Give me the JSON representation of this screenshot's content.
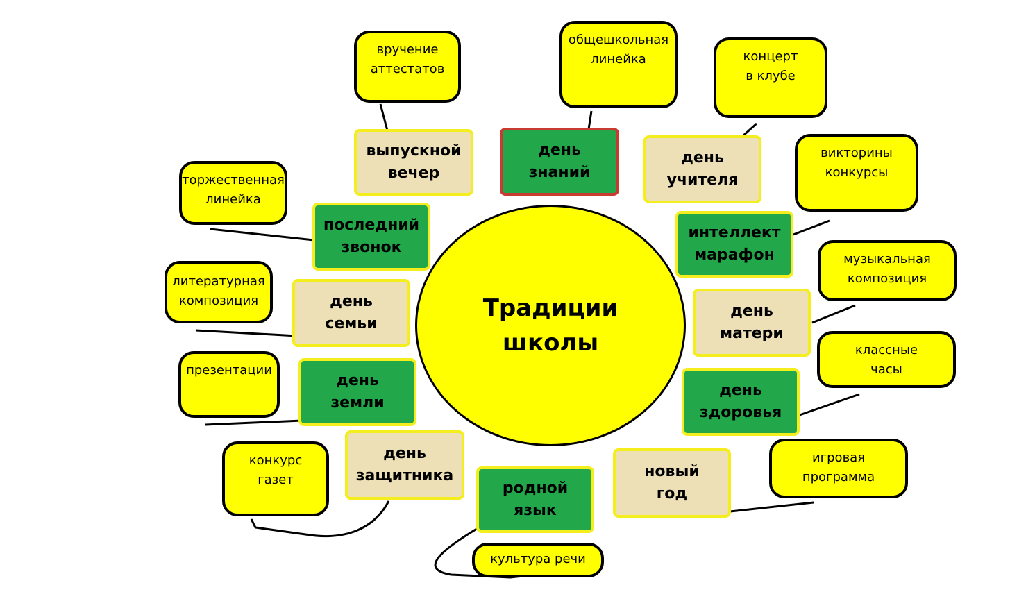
{
  "center": {
    "title": "Традиции\nшколы"
  },
  "events": {
    "graduation_evening": "выпускной\nвечер",
    "knowledge_day": "день\nзнаний",
    "teacher_day": "день\nучителя",
    "intellect_marathon": "интеллект\nмарафон",
    "mother_day": "день\nматери",
    "health_day": "день\nздоровья",
    "new_year": "новый\nгод",
    "native_language": "родной\nязык",
    "defender_day": "день\nзащитника",
    "earth_day": "день\nземли",
    "family_day": "день\nсемьи",
    "last_bell": "последний\nзвонок"
  },
  "bubbles": {
    "graduation_evening": "вручение\nаттестатов",
    "knowledge_day": "общешкольная\nлинейка",
    "teacher_day": "концерт\nв клубе",
    "intellect_marathon": "викторины\nконкурсы",
    "mother_day": "музыкальная\nкомпозиция",
    "health_day": "классные\nчасы",
    "new_year": "игровая\nпрограмма",
    "native_language": "культура речи",
    "defender_day": "конкурс\nгазет",
    "earth_day": "презентации",
    "family_day": "литературная\nкомпозиция",
    "last_bell": "торжественная\nлинейка"
  },
  "colors": {
    "green": "#22a84a",
    "beige": "#eddfb6",
    "yellow": "#ffff00",
    "highlight_border": "#c83b32"
  }
}
